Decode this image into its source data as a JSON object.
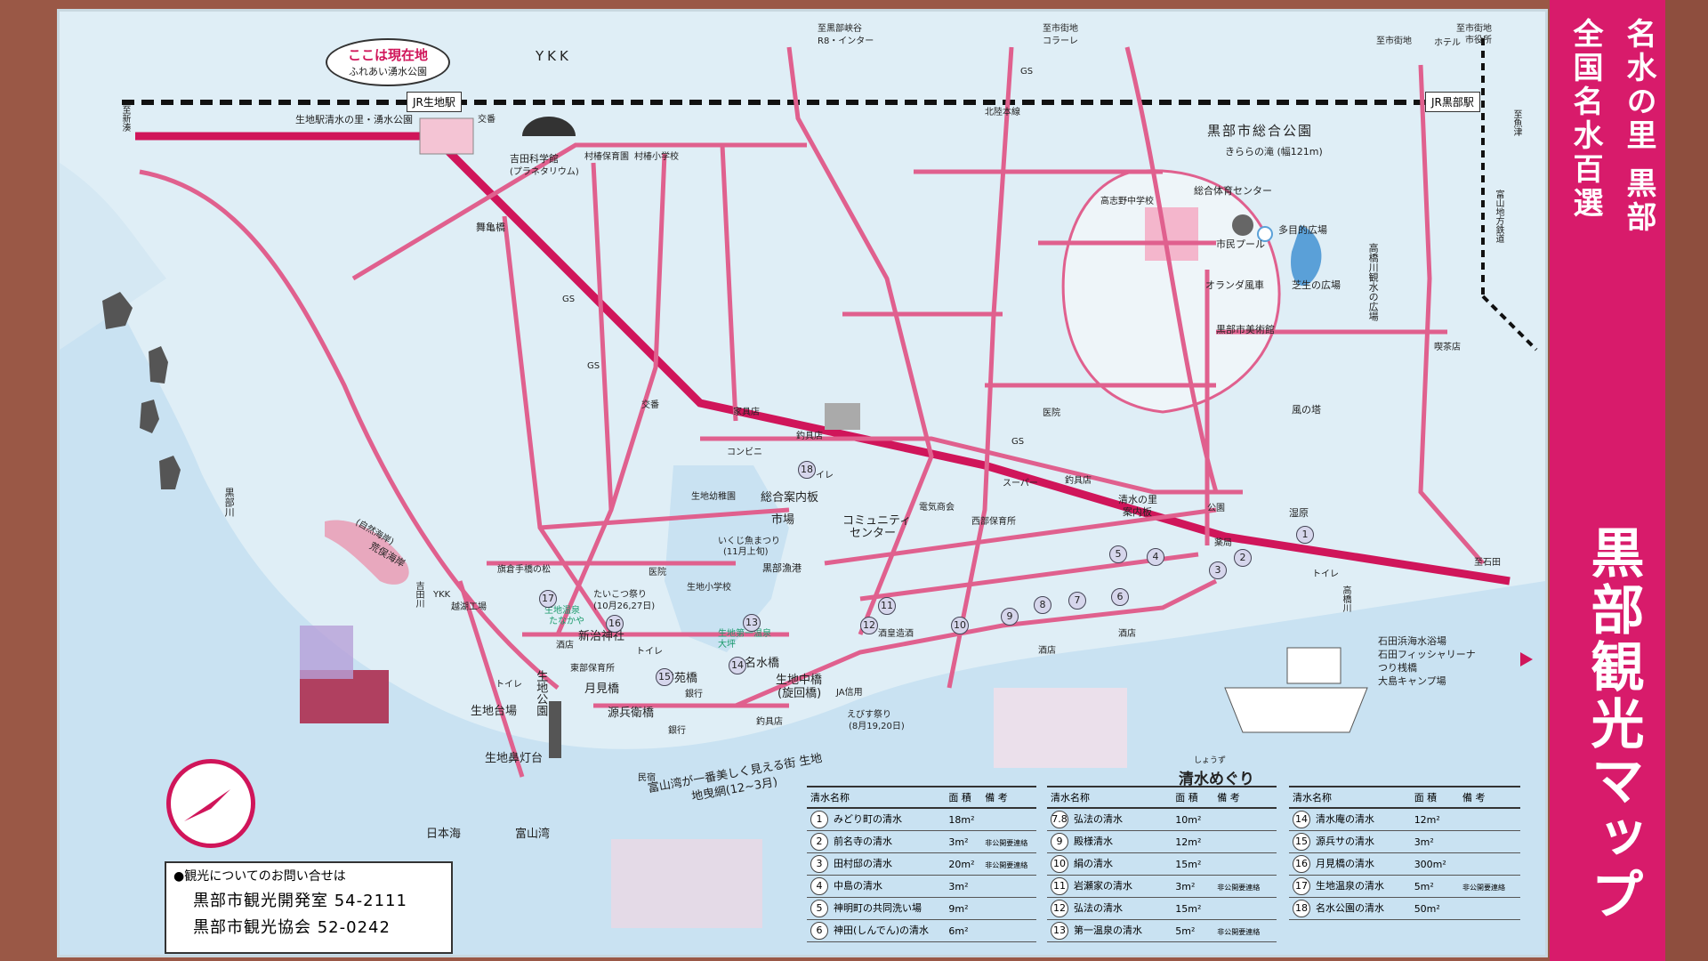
{
  "banner": {
    "line1": "名水の里 黒部",
    "line2": "全国名水百選",
    "title": "黒部観光マップ"
  },
  "here": {
    "main": "ここは現在地",
    "sub": "ふれあい湧水公園"
  },
  "top_labels": {
    "ykk": "YKK",
    "jr_ikuji": "JR生地駅",
    "jr_kurobe": "JR黒部駅",
    "hokuriku_line": "北陸本線",
    "to_shinminato": "至新湊",
    "to_kurobekyo": "至黒部峡谷",
    "to_r8": "R8・インター",
    "to_shigaichi_colarle": "至市街地",
    "colarle": "コラーレ",
    "to_shigaichi": "至市街地",
    "to_shigaichi2": "至市街地",
    "shiyakusho": "市役所",
    "hotel": "ホテル",
    "to_uozu": "至魚津",
    "toyama_chiho": "富山地方鉄道",
    "to_ishida": "至石田"
  },
  "places": {
    "ikuji_park": "生地駅清水の里・湧水公園",
    "koban": "交番",
    "yoshida": "吉田科学館",
    "planetarium": "(プラネタリウム)",
    "hoikusho": "村椿保育園",
    "shogakko": "村椿小学校",
    "maigame": "舞亀橋",
    "gs1": "GS",
    "gs2": "GS",
    "gs3": "GS",
    "koban2": "交番",
    "kaguten": "家具店",
    "tsurigu": "釣具店",
    "konbini": "コンビニ",
    "toire": "トイレ",
    "community": "コミュニティ",
    "center": "センター",
    "kanko": "総合案内板",
    "ichiba": "市場",
    "yochien": "生地幼稚園",
    "ikasuru": "いくじ魚まつり",
    "ikasuru2": "(11月上旬)",
    "gyoko": "黒部漁港",
    "supermarket": "スーパー",
    "tsurigu2": "釣具店",
    "denki": "電気商会",
    "nishi_hoiku": "西部保育所",
    "shimizu_sato": "清水の里",
    "annai": "案内板",
    "koen": "公園",
    "yakkyoku": "薬局",
    "shitsugen": "湿原",
    "toire2": "トイレ",
    "takahashi": "高橋川",
    "sogo_park": "黒部市総合公園",
    "kirara": "きららの滝 (幅121m)",
    "taiikukan": "総合体育センター",
    "tamokuteki": "多目的広場",
    "pool": "市民プール",
    "windmill": "オランダ風車",
    "shiba": "芝生の広場",
    "bijutsukan": "黒部市美術館",
    "kanshi": "高橋川観水の広場",
    "kazetou": "風の塔",
    "kissaten": "喫茶店",
    "chugakko": "高志野中学校",
    "iin": "医院",
    "gs4": "GS",
    "kurobegawa": "黒部川",
    "shizen": "(自然海岸)",
    "araya": "荒俣海岸",
    "ykk_koshi": "YKK",
    "koshi": "越湖工場",
    "yoshida_river": "吉田川",
    "hatatebashi": "旗倉手橋の松",
    "iin2": "医院",
    "ikuji_sho": "生地小学校",
    "tainetsu": "たいこつ祭り",
    "tainetsu2": "(10月26,27日)",
    "onsen": "生地温泉",
    "tanakaya": "たなかや",
    "onsen2": "生地第一温泉",
    "onsen2b": "大坪",
    "niiji": "新治神社",
    "sakaya": "酒店",
    "toire3": "トイレ",
    "toire4": "トイレ",
    "tobu_hoiku": "東部保育所",
    "gakuen": "学苑橋",
    "meisui": "名水橋",
    "ikuji_naka": "生地中橋",
    "senkai": "(旋回橋)",
    "ginko": "銀行",
    "tsukimi": "月見橋",
    "genbei": "源兵衛橋",
    "ikuji_park2": "生地公園",
    "ikuji_daiba": "生地台場",
    "tsurigu3": "釣具店",
    "ginko2": "銀行",
    "ja": "JA信用",
    "ebisu": "えびす祭り",
    "ebisu2": "(8月19,20日)",
    "sakaya2": "酒店",
    "sakaya3": "酒店",
    "kodo": "酒皇造酒",
    "hanabana": "生地鼻灯台",
    "minshuku": "民宿",
    "views": "富山湾が一番美しく見える街 生地",
    "chimei": "地曳網(12~3月)",
    "nihonkai": "日本海",
    "toyamawan": "富山湾",
    "ishida1": "石田浜海水浴場",
    "ishida2": "石田フィッシャリーナ",
    "ishida3": "つり桟橋",
    "ishida4": "大島キャンプ場"
  },
  "contact": {
    "heading": "●観光についてのお問い合せは",
    "row1": "黒部市観光開発室  54-2111",
    "row2": "黒部市観光協会  52-0242"
  },
  "legend": {
    "ruby": "しょうず",
    "title": "清水めぐり",
    "col_name": "清水名称",
    "col_area": "面 積",
    "col_note": "備 考",
    "nonpublic": "非公開要連絡"
  },
  "springs": [
    {
      "no": "1",
      "name": "みどり町の清水",
      "area": "18m²",
      "note": ""
    },
    {
      "no": "2",
      "name": "前名寺の清水",
      "area": "3m²",
      "note": "非公開要連絡"
    },
    {
      "no": "3",
      "name": "田村邸の清水",
      "area": "20m²",
      "note": "非公開要連絡"
    },
    {
      "no": "4",
      "name": "中島の清水",
      "area": "3m²",
      "note": ""
    },
    {
      "no": "5",
      "name": "神明町の共同洗い場",
      "area": "9m²",
      "note": ""
    },
    {
      "no": "6",
      "name": "神田(しんでん)の清水",
      "area": "6m²",
      "note": ""
    },
    {
      "no": "7.8",
      "name": "弘法の清水",
      "area": "10m²",
      "note": ""
    },
    {
      "no": "9",
      "name": "殿様清水",
      "area": "12m²",
      "note": ""
    },
    {
      "no": "10",
      "name": "絹の清水",
      "area": "15m²",
      "note": ""
    },
    {
      "no": "11",
      "name": "岩瀬家の清水",
      "area": "3m²",
      "note": "非公開要連絡"
    },
    {
      "no": "12",
      "name": "弘法の清水",
      "area": "15m²",
      "note": ""
    },
    {
      "no": "13",
      "name": "第一温泉の清水",
      "area": "5m²",
      "note": "非公開要連絡"
    },
    {
      "no": "14",
      "name": "清水庵の清水",
      "area": "12m²",
      "note": ""
    },
    {
      "no": "15",
      "name": "源兵サの清水",
      "area": "3m²",
      "note": ""
    },
    {
      "no": "16",
      "name": "月見橋の清水",
      "area": "300m²",
      "note": ""
    },
    {
      "no": "17",
      "name": "生地温泉の清水",
      "area": "5m²",
      "note": "非公開要連絡"
    },
    {
      "no": "18",
      "name": "名水公園の清水",
      "area": "50m²",
      "note": ""
    }
  ],
  "colors": {
    "road": "#e0608e",
    "main_road": "#d0155a",
    "sea": "#cfe6f4",
    "land": "#e8f2f8",
    "banner": "#d81b6b"
  }
}
